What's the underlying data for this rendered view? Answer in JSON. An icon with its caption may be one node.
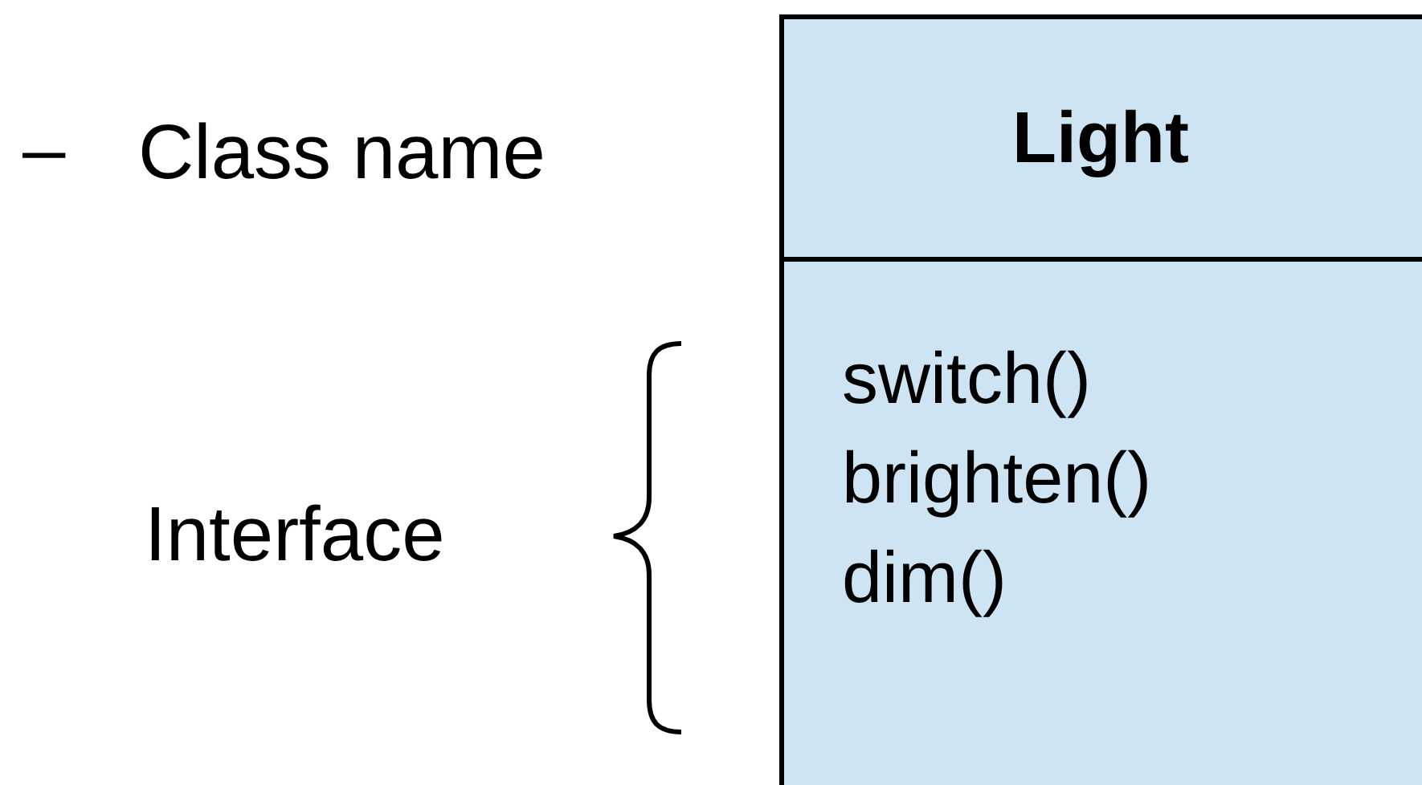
{
  "diagram": {
    "nodes": [
      {
        "text": [
          "Light"
        ]
      },
      {
        "text": [
          "switch()",
          "brighten()",
          "dim()"
        ]
      }
    ],
    "labels": [
      "–",
      "Class name",
      "Interface"
    ]
  }
}
